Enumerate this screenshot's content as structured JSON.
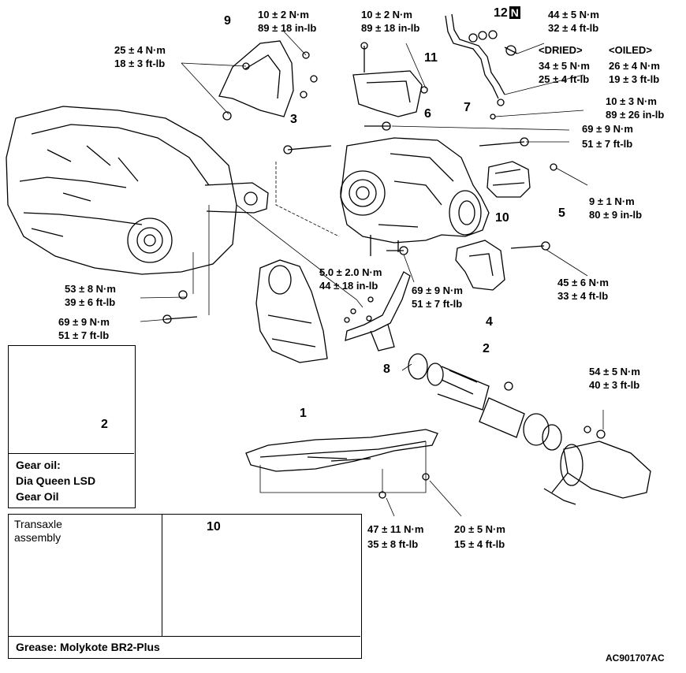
{
  "callouts": {
    "n1": "1",
    "n2": "2",
    "n2b": "2",
    "n3": "3",
    "n4": "4",
    "n5": "5",
    "n6": "6",
    "n7": "7",
    "n8": "8",
    "n9": "9",
    "n10": "10",
    "n10b": "10",
    "n11": "11",
    "n12": "12",
    "n12_code": "N"
  },
  "torque": {
    "t_9_top_a": "10 ± 2 N·m",
    "t_9_top_b": "89 ± 18 in-lb",
    "t_9_left_a": "25 ± 4 N·m",
    "t_9_left_b": "18 ± 3 ft-lb",
    "t_6_a": "10 ± 2 N·m",
    "t_6_b": "89 ± 18 in-lb",
    "t_12_a": "44 ± 5 N·m",
    "t_12_b": "32 ± 4 ft-lb",
    "dried": "<DRIED>",
    "oiled": "<OILED>",
    "dried_a": "34 ± 5 N·m",
    "dried_b": "25 ± 4 ft-lb",
    "oiled_a": "26 ± 4 N·m",
    "oiled_b": "19 ± 3 ft-lb",
    "t_7_a": "10 ± 3 N·m",
    "t_7_b": "89 ± 26 in-lb",
    "t_69_right_a": "69 ± 9 N·m",
    "t_69_right_b": "51 ± 7 ft-lb",
    "t_5_a": "9 ± 1 N·m",
    "t_5_b": "80 ± 9 in-lb",
    "t_4_a": "45 ± 6 N·m",
    "t_4_b": "33 ± 4 ft-lb",
    "t_8_a": "5.0 ± 2.0 N·m",
    "t_8_b": "44 ± 18 in-lb",
    "t_69_mid_a": "69 ± 9 N·m",
    "t_69_mid_b": "51 ± 7 ft-lb",
    "t_53_a": "53 ± 8 N·m",
    "t_53_b": "39 ± 6 ft-lb",
    "t_69_left_a": "69 ± 9 N·m",
    "t_69_left_b": "51 ± 7 ft-lb",
    "t_54_a": "54 ± 5 N·m",
    "t_54_b": "40 ± 3 ft-lb",
    "t_47_a": "47 ± 11 N·m",
    "t_47_b": "35 ± 8 ft-lb",
    "t_20_a": "20 ± 5 N·m",
    "t_20_b": "15 ± 4 ft-lb"
  },
  "gear_oil_box": {
    "line1": "Gear oil:",
    "line2": "Dia Queen LSD",
    "line3": "Gear Oil"
  },
  "grease_box": {
    "label_line1": "Transaxle",
    "label_line2": "assembly",
    "footer": "Grease: Molykote BR2-Plus"
  },
  "reference_code": "AC901707AC",
  "icons": [
    "oil-can-icon",
    "grease-gun-icon"
  ]
}
